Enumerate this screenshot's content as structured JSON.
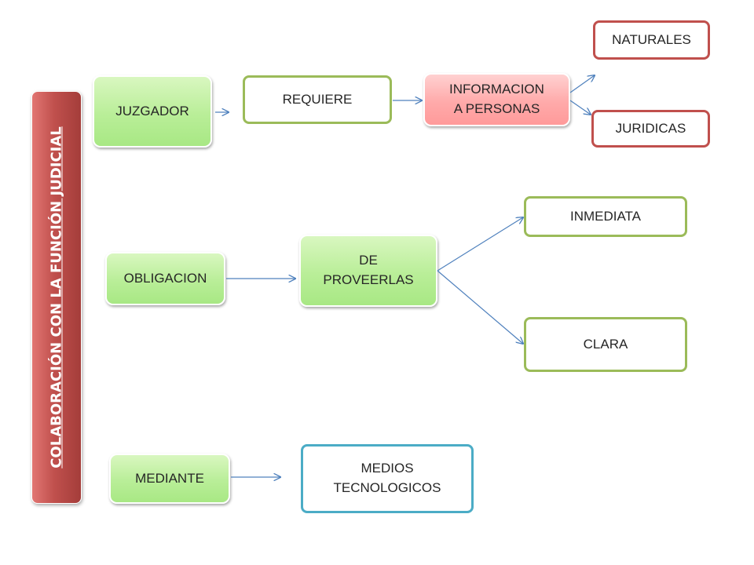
{
  "side_label": "COLABORACIÓN CON LA FUNCIÓN JUDICIAL",
  "nodes": {
    "juzgador": "JUZGADOR",
    "requiere": "REQUIERE",
    "informacion": "INFORMACION\nA PERSONAS",
    "naturales": "NATURALES",
    "juridicas": "JURIDICAS",
    "obligacion": "OBLIGACION",
    "proveerlas": "DE\nPROVEERLAS",
    "inmediata": "INMEDIATA",
    "clara": "CLARA",
    "mediante": "MEDIANTE",
    "medios": "MEDIOS\nTECNOLOGICOS"
  },
  "colors": {
    "green_fill": "#b9ee98",
    "red_fill": "#ffaaaa",
    "olive_border": "#9bbb59",
    "red_border": "#c0504d",
    "teal_border": "#4bacc6",
    "arrow": "#4f81bd",
    "side_bar": "#c0504d"
  }
}
